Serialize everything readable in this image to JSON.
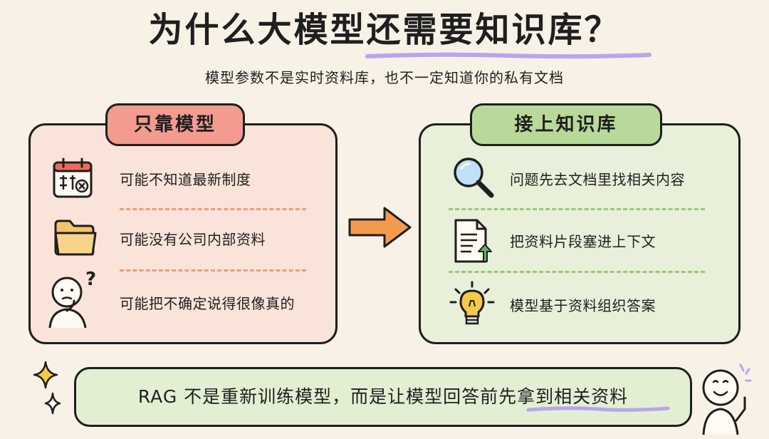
{
  "title": "为什么大模型还需要知识库？",
  "subtitle": "模型参数不是实时资料库，也不一定知道你的私有文档",
  "left_panel": {
    "label": "只靠模型",
    "items": [
      {
        "icon": "calendar-icon",
        "text": "可能不知道最新制度"
      },
      {
        "icon": "folder-icon",
        "text": "可能没有公司内部资料"
      },
      {
        "icon": "confused-person-icon",
        "text": "可能把不确定说得很像真的"
      }
    ]
  },
  "right_panel": {
    "label": "接上知识库",
    "items": [
      {
        "icon": "magnifier-icon",
        "text": "问题先去文档里找相关内容"
      },
      {
        "icon": "document-upload-icon",
        "text": "把资料片段塞进上下文"
      },
      {
        "icon": "lightbulb-icon",
        "text": "模型基于资料组织答案"
      }
    ]
  },
  "bottom_banner": {
    "text": "RAG 不是重新训练模型，而是让模型回答前先拿到相关资料"
  },
  "colors": {
    "background": "#f7f1e6",
    "left_panel_bg": "#fae3d8",
    "left_label_bg": "#f39b8f",
    "right_panel_bg": "#e8f0d9",
    "right_label_bg": "#b9d99a",
    "arrow": "#f39a4c",
    "underline": "#b7a6ec"
  }
}
